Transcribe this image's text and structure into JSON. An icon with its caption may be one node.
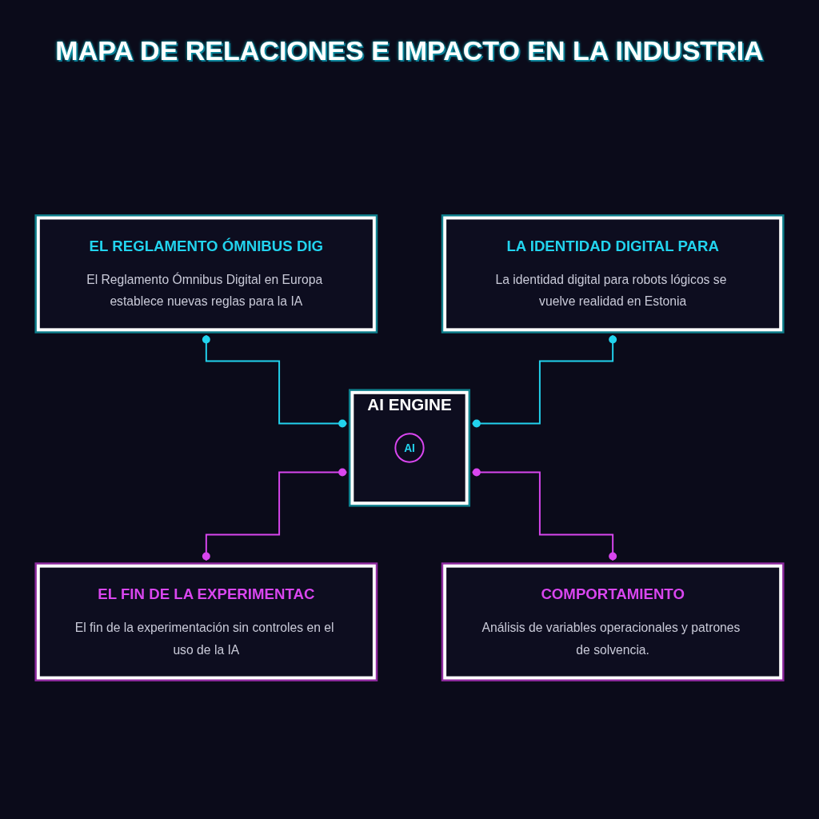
{
  "diagram": {
    "title": "MAPA DE RELACIONES E IMPACTO EN LA INDUSTRIA",
    "nodes": [
      {
        "text": [
          "EL REGLAMENTO ÓMNIBUS DIG",
          "El Reglamento Ómnibus Digital en Europa establece nuevas reglas para la IA"
        ]
      },
      {
        "text": [
          "LA IDENTIDAD DIGITAL PARA",
          "La identidad digital para robots lógicos se vuelve realidad en Estonia"
        ]
      },
      {
        "text": [
          "AI ENGINE"
        ]
      },
      {
        "text": [
          "AI"
        ],
        "in": 2
      },
      {
        "text": [
          "EL FIN DE LA EXPERIMENTAC",
          "El fin de la experimentación sin controles en el uso de la IA"
        ]
      },
      {
        "text": [
          "COMPORTAMIENTO",
          "Análisis de variables operacionales y patrones de solvencia."
        ]
      }
    ],
    "edges": [
      {
        "from": 0,
        "to": 2,
        "arrow": "other",
        "color": "#22d3ee"
      },
      {
        "from": 1,
        "to": 2,
        "arrow": "other",
        "color": "#22d3ee"
      },
      {
        "from": 2,
        "to": 4,
        "arrow": "other",
        "color": "#d946ef"
      },
      {
        "from": 2,
        "to": 5,
        "arrow": "other",
        "color": "#d946ef"
      }
    ]
  }
}
